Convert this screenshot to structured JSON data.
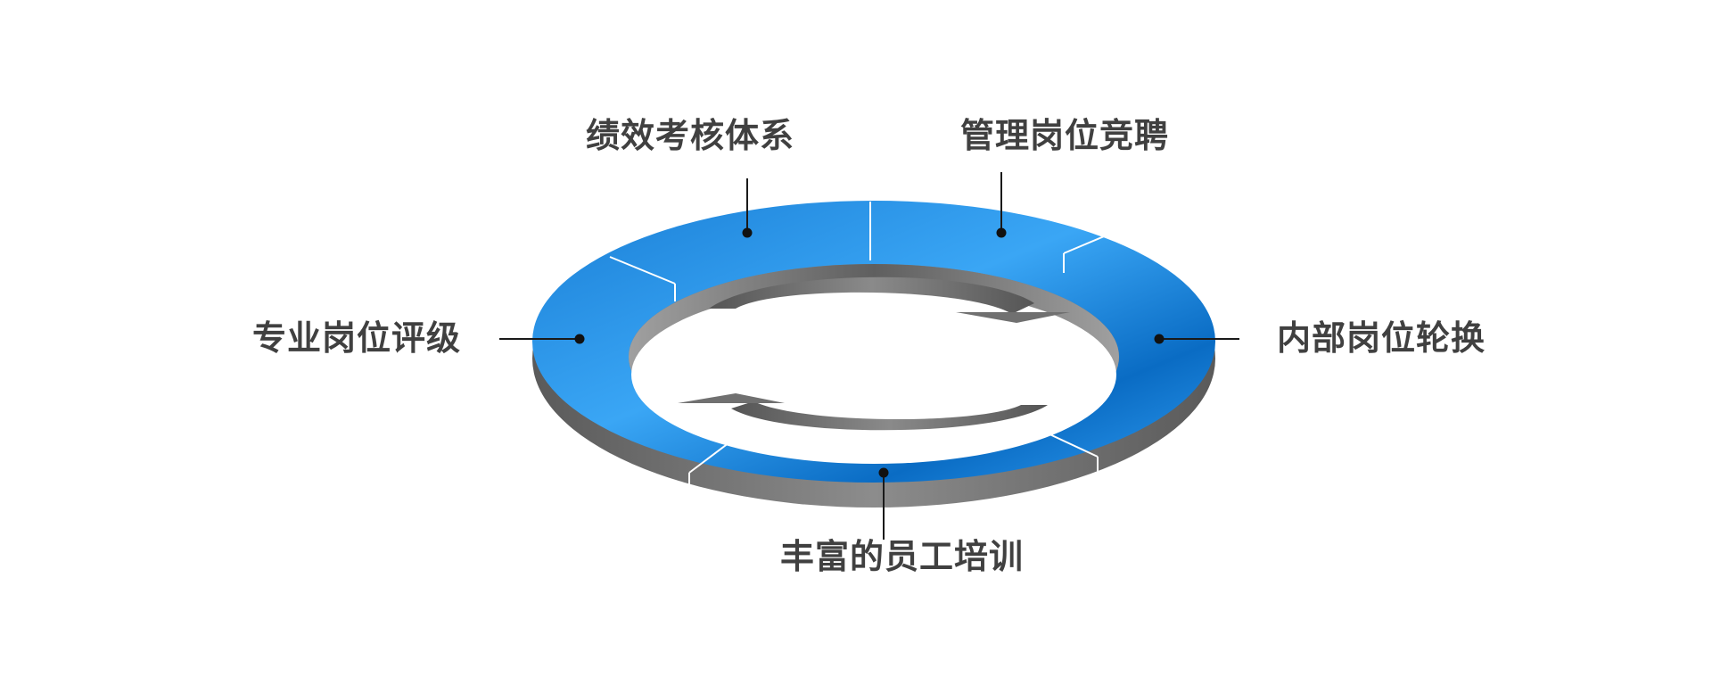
{
  "diagram": {
    "segments": [
      {
        "id": "performance",
        "label": "绩效考核体系"
      },
      {
        "id": "management",
        "label": "管理岗位竞聘"
      },
      {
        "id": "rotation",
        "label": "内部岗位轮换"
      },
      {
        "id": "training",
        "label": "丰富的员工培训"
      },
      {
        "id": "rating",
        "label": "专业岗位评级"
      }
    ],
    "colors": {
      "ring_light": "#3aa6f5",
      "ring_dark": "#0a6cc4",
      "ring_side": "#6d6d6d",
      "inner_wall": "#8a8a8a",
      "arrow": "#666666",
      "label": "#404040",
      "leader": "#1a1a1a"
    }
  }
}
